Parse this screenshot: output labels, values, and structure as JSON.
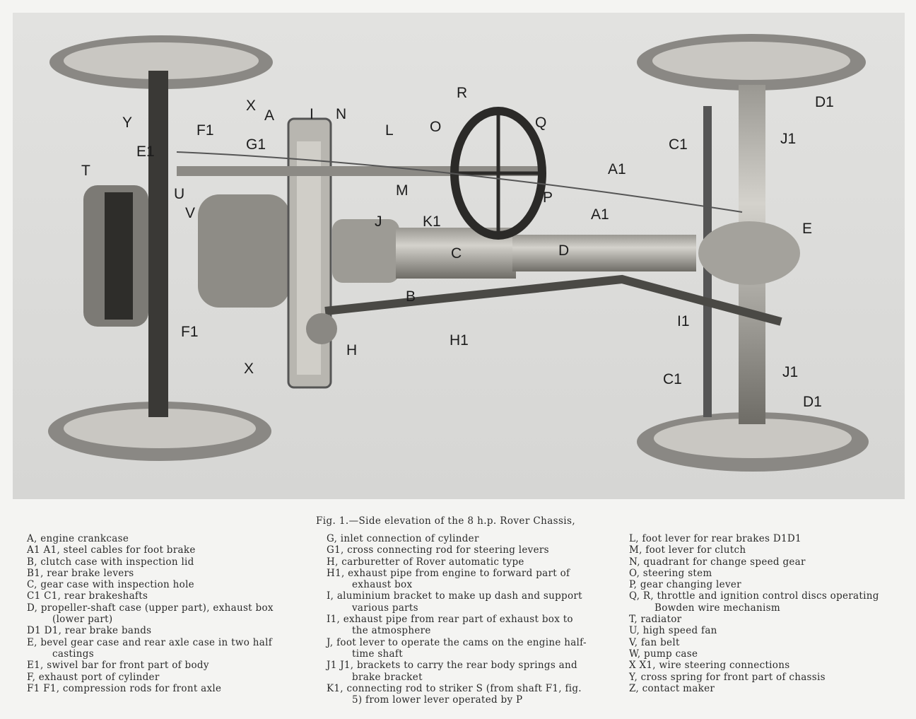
{
  "figure": {
    "caption": "Fig. 1.—Side elevation of the 8 h.p. Rover Chassis,",
    "labels": {
      "I": "I",
      "N": "N",
      "R": "R",
      "L": "L",
      "O": "O",
      "Q": "Q",
      "Y": "Y",
      "F1_top": "F1",
      "X_top": "X",
      "A": "A",
      "G1": "G1",
      "E1": "E1",
      "T": "T",
      "U": "U",
      "V": "V",
      "M": "M",
      "K1": "K1",
      "P": "P",
      "J": "J",
      "A1_top": "A1",
      "A1_mid": "A1",
      "C": "C",
      "D": "D",
      "B": "B",
      "H": "H",
      "H1": "H1",
      "I1": "I1",
      "E": "E",
      "D1_top": "D1",
      "J1_top": "J1",
      "C1_top": "C1",
      "C1_bottom": "C1",
      "J1_bottom": "J1",
      "D1_bottom": "D1",
      "F1_bottom": "F1",
      "X_bottom": "X"
    }
  },
  "legend": {
    "column1": [
      "A, engine crankcase",
      "A1 A1, steel cables for foot brake",
      "B, clutch case with inspection lid",
      "B1, rear brake levers",
      "C, gear case with inspection hole",
      "C1 C1, rear brakeshafts",
      "D, propeller-shaft case (upper part), exhaust box (lower part)",
      "D1 D1, rear brake bands",
      "E, bevel gear case and rear axle case in two half castings",
      "E1, swivel bar for front part of body",
      "F, exhaust port of cylinder",
      "F1 F1, compression rods for front axle"
    ],
    "column2": [
      "G, inlet connection of cylinder",
      "G1, cross connecting rod for steering levers",
      "H, carburetter of Rover automatic type",
      "H1, exhaust pipe from engine to forward part of exhaust box",
      "I, aluminium bracket to make up dash and support various parts",
      "I1, exhaust pipe from rear part of exhaust box to the atmosphere",
      "J, foot lever to operate the cams on the engine half-time shaft",
      "J1 J1, brackets to carry the rear body springs and brake bracket",
      "K1, connecting rod to striker S (from shaft F1, fig. 5) from lower lever operated by P"
    ],
    "column3": [
      "L, foot lever for rear brakes D1D1",
      "M, foot lever for clutch",
      "N, quadrant for change speed gear",
      "O, steering stem",
      "P, gear changing lever",
      "Q, R, throttle and ignition control discs operating Bowden wire mechanism",
      "T, radiator",
      "U, high speed fan",
      "V, fan belt",
      "W, pump case",
      "X X1, wire steering connections",
      "Y, cross spring for front part of chassis",
      "Z, contact maker"
    ]
  }
}
